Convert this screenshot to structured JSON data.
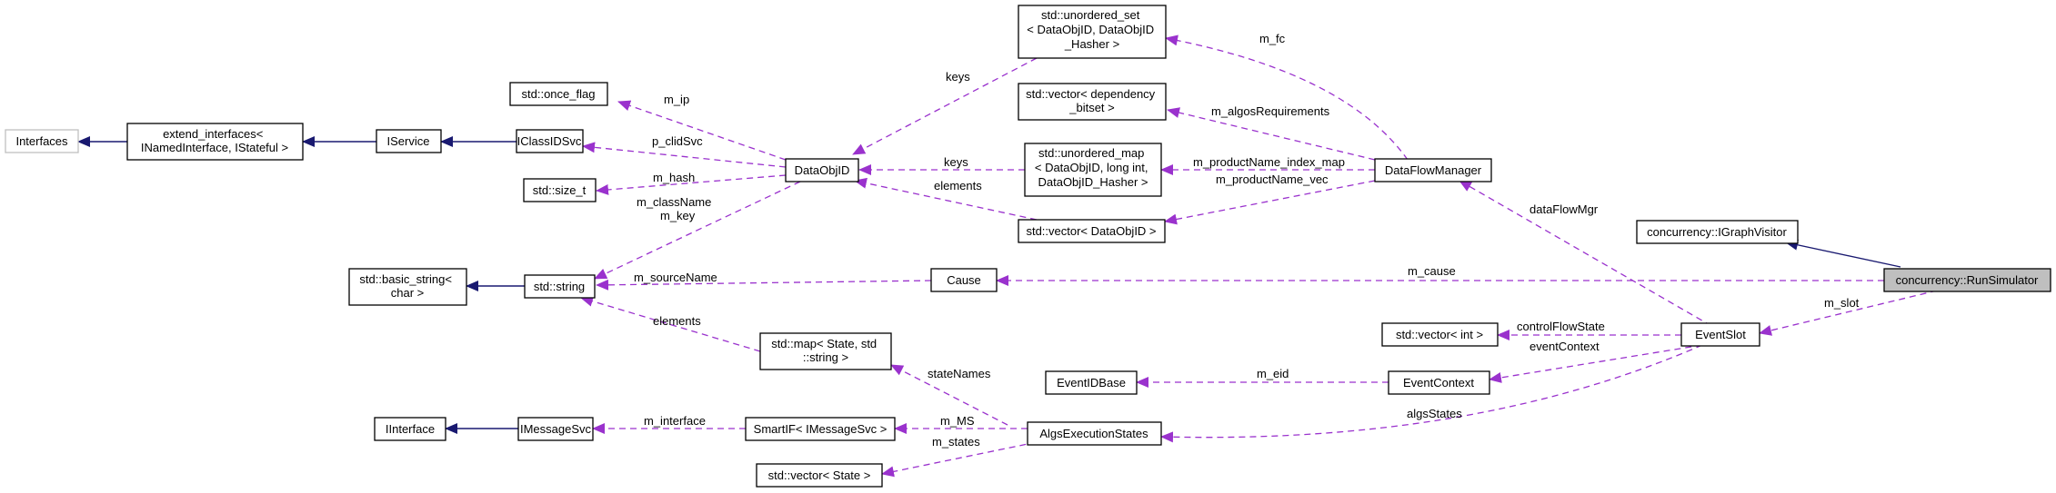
{
  "colors": {
    "inheritance_edge": "#191970",
    "usage_edge": "#9a32cd",
    "current_node_fill": "#bfbfbf",
    "external_node_border": "#bfbfbf"
  },
  "nodes": {
    "interfaces": [
      "Interfaces"
    ],
    "extend_interfaces": [
      "extend_interfaces<",
      "INamedInterface, IStateful >"
    ],
    "iservice": [
      "IService"
    ],
    "iclassidsvc": [
      "IClassIDSvc"
    ],
    "once_flag": [
      "std::once_flag"
    ],
    "size_t": [
      "std::size_t"
    ],
    "dataobjid": [
      "DataObjID"
    ],
    "basic_string": [
      "std::basic_string<",
      "char >"
    ],
    "string": [
      "std::string"
    ],
    "unordered_set": [
      "std::unordered_set",
      "< DataObjID, DataObjID",
      "_Hasher >"
    ],
    "vector_dep": [
      "std::vector< dependency",
      "_bitset >"
    ],
    "unordered_map": [
      "std::unordered_map",
      "< DataObjID, long int,",
      "DataObjID_Hasher >"
    ],
    "vector_dataobjid": [
      "std::vector< DataObjID >"
    ],
    "dataflowmanager": [
      "DataFlowManager"
    ],
    "cause": [
      "Cause"
    ],
    "igraphvisitor": [
      "concurrency::IGraphVisitor"
    ],
    "runsimulator": [
      "concurrency::RunSimulator"
    ],
    "vector_int": [
      "std::vector< int >"
    ],
    "eventslot": [
      "EventSlot"
    ],
    "map_state": [
      "std::map< State, std",
      "::string >"
    ],
    "eventidbase": [
      "EventIDBase"
    ],
    "eventcontext": [
      "EventContext"
    ],
    "iinterface": [
      "IInterface"
    ],
    "imessagesvc": [
      "IMessageSvc"
    ],
    "smartif": [
      "SmartIF< IMessageSvc >"
    ],
    "algsexecutionstates": [
      "AlgsExecutionStates"
    ],
    "vector_state": [
      "std::vector< State >"
    ]
  },
  "edge_labels": {
    "m_ip": [
      "m_ip"
    ],
    "p_clidsvc": [
      "p_clidSvc"
    ],
    "m_hash": [
      "m_hash"
    ],
    "keys_set": [
      "keys"
    ],
    "keys_map": [
      "keys"
    ],
    "elements_vec": [
      "elements"
    ],
    "m_classname": [
      "m_className",
      "m_key"
    ],
    "m_sourcename": [
      "m_sourceName"
    ],
    "elements_map": [
      "elements"
    ],
    "m_fc": [
      "m_fc"
    ],
    "m_algosrequirements": [
      "m_algosRequirements"
    ],
    "m_productname_index_map": [
      "m_productName_index_map"
    ],
    "m_productname_vec": [
      "m_productName_vec"
    ],
    "dataflowmgr": [
      "dataFlowMgr"
    ],
    "m_cause": [
      "m_cause"
    ],
    "m_slot": [
      "m_slot"
    ],
    "controlflowstate": [
      "controlFlowState"
    ],
    "eventcontext": [
      "eventContext"
    ],
    "m_eid": [
      "m_eid"
    ],
    "algsstates": [
      "algsStates"
    ],
    "statenames": [
      "stateNames"
    ],
    "m_interface": [
      "m_interface"
    ],
    "m_ms": [
      "m_MS"
    ],
    "m_states": [
      "m_states"
    ]
  }
}
